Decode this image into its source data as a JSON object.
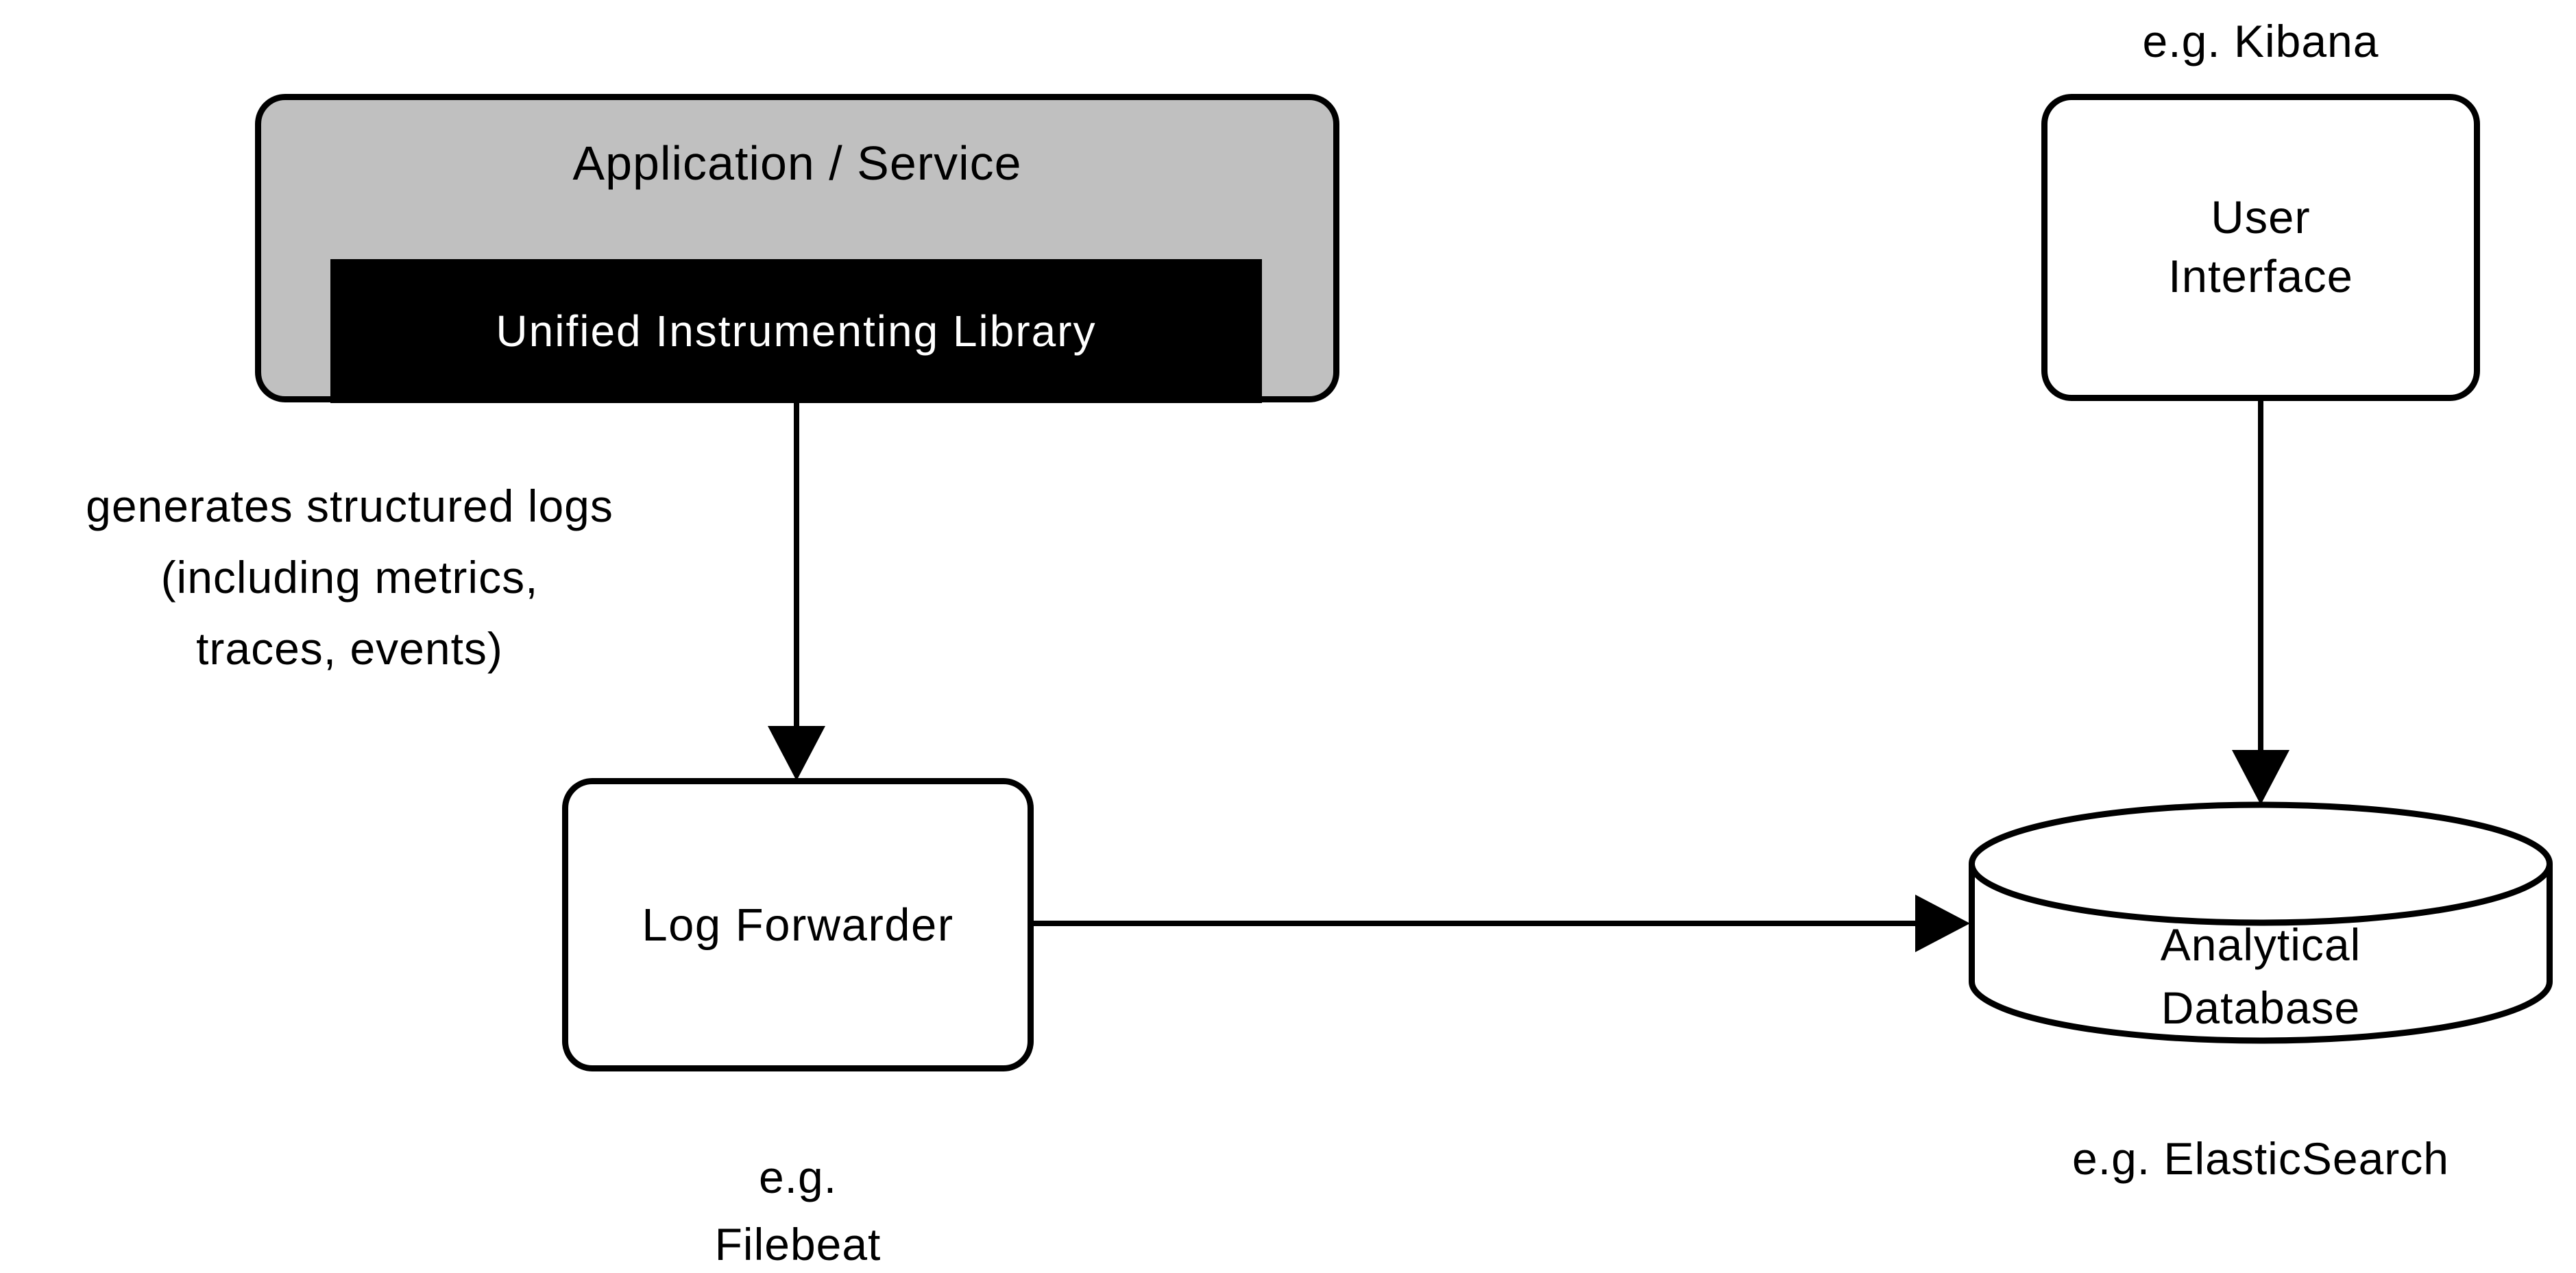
{
  "diagram": {
    "nodes": {
      "application": {
        "label": "Application / Service",
        "shape": "rounded-rect",
        "fill": "#c0c0c0"
      },
      "library": {
        "label": "Unified Instrumenting Library",
        "shape": "rect",
        "fill": "#000000",
        "text_color": "#ffffff"
      },
      "log_forwarder": {
        "label": "Log Forwarder",
        "example": "e.g.\nFilebeat",
        "shape": "rounded-rect",
        "fill": "#ffffff"
      },
      "database": {
        "label": "Analytical\nDatabase",
        "example": "e.g. ElasticSearch",
        "shape": "cylinder",
        "fill": "#ffffff"
      },
      "user_interface": {
        "label": "User\nInterface",
        "example": "e.g. Kibana",
        "shape": "rounded-rect",
        "fill": "#ffffff"
      }
    },
    "edges": [
      {
        "from": "library",
        "to": "log_forwarder",
        "note": "generates structured logs\n(including metrics,\ntraces, events)"
      },
      {
        "from": "log_forwarder",
        "to": "database"
      },
      {
        "from": "user_interface",
        "to": "database"
      }
    ],
    "colors": {
      "background": "#ffffff",
      "stroke": "#000000",
      "node_gray": "#c0c0c0",
      "node_black": "#000000",
      "node_white": "#ffffff",
      "text_dark": "#000000",
      "text_light": "#ffffff"
    }
  }
}
